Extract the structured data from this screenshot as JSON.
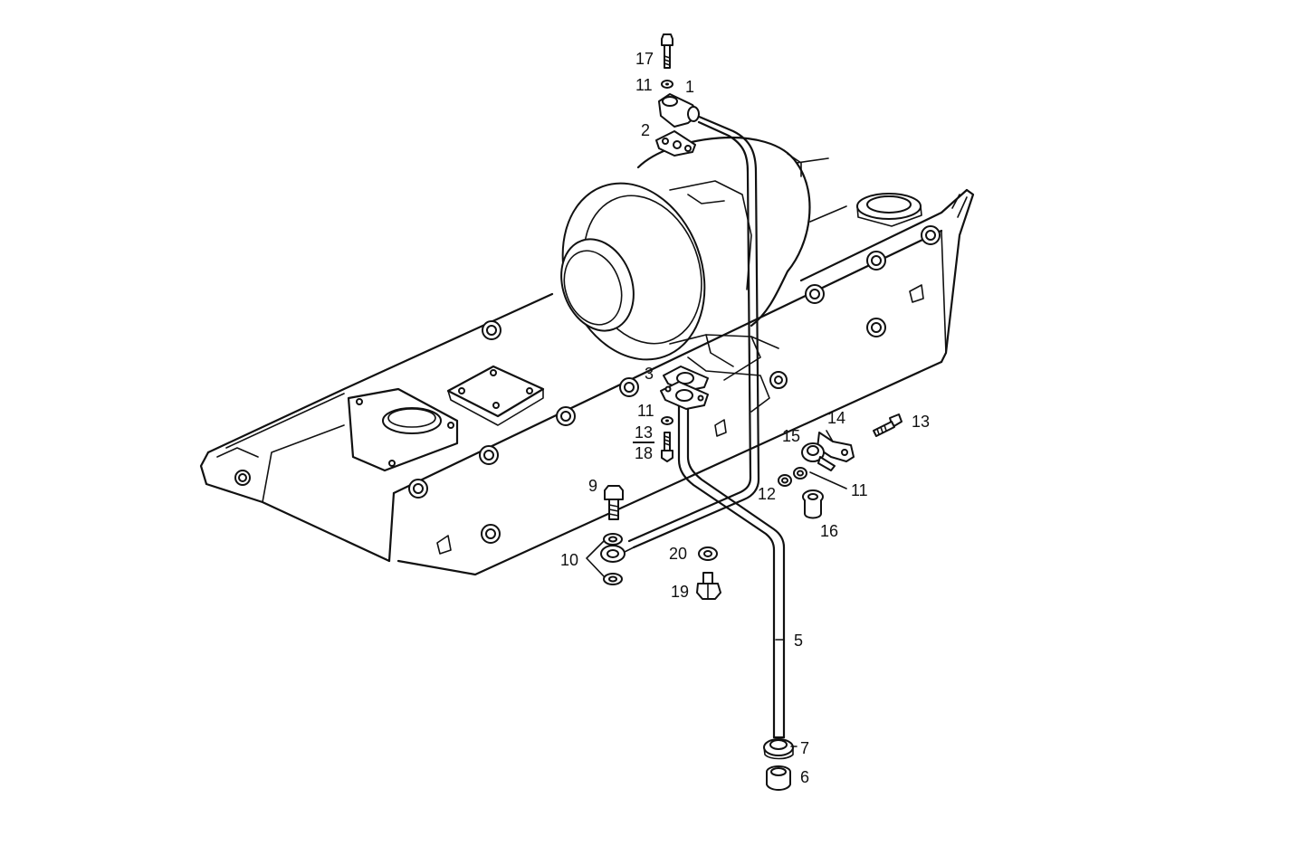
{
  "diagram": {
    "callouts": {
      "c1": "1",
      "c2": "2",
      "c3": "3",
      "c5": "5",
      "c6": "6",
      "c7": "7",
      "c9": "9",
      "c10": "10",
      "c11_top": "11",
      "c11_mid": "11",
      "c11_right": "11",
      "c12": "12",
      "c13_frac": "13",
      "c18_frac": "18",
      "c13_right": "13",
      "c14": "14",
      "c15": "15",
      "c16": "16",
      "c17": "17",
      "c19": "19",
      "c20": "20"
    }
  }
}
